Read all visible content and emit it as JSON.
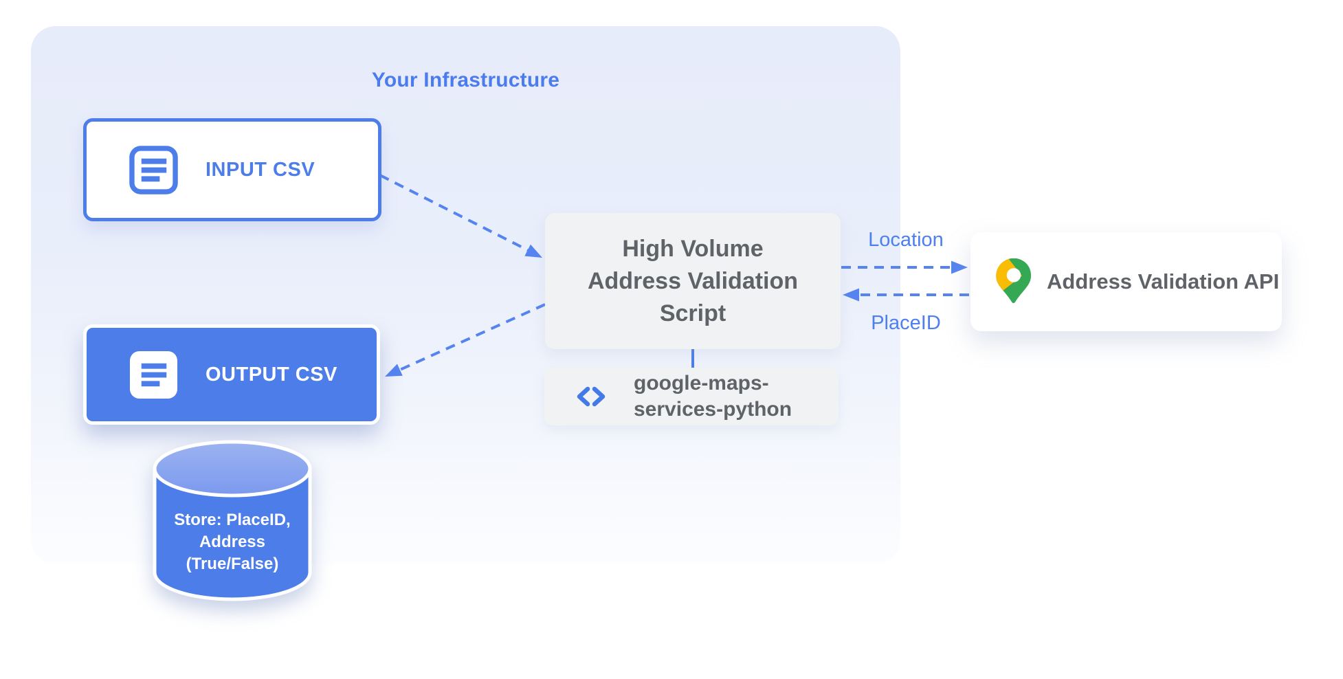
{
  "infrastructure": {
    "title": "Your Infrastructure"
  },
  "nodes": {
    "input_csv": {
      "label": "INPUT CSV",
      "icon": "csv-document-icon"
    },
    "output_csv": {
      "label": "OUTPUT CSV",
      "icon": "csv-document-icon"
    },
    "datastore": {
      "lines": [
        "Store: PlaceID,",
        "Address",
        "(True/False)"
      ],
      "icon": "database-cylinder"
    },
    "script": {
      "lines": [
        "High Volume",
        "Address Validation",
        "Script"
      ]
    },
    "library": {
      "lines": [
        "google-maps-",
        "services-python"
      ],
      "icon": "code-brackets-icon"
    },
    "api": {
      "label": "Address Validation API",
      "icon": "google-maps-pin-icon"
    }
  },
  "edges": {
    "location_label": "Location",
    "placeid_label": "PlaceID",
    "flows": [
      "input-csv to script",
      "script to output-csv",
      "script to api (Location)",
      "api to script (PlaceID)",
      "script to library"
    ]
  },
  "colors": {
    "node_blue": "#4c7de8",
    "edge_blue": "#5584f0",
    "label_blue": "#4c7ff0",
    "container_lavender": "#e7ecfa",
    "gray_box": "#f1f2f3",
    "dark_text": "#5f6368",
    "cylinder_top": "#8aa5ee",
    "pin_red": "#ea4335",
    "pin_blue": "#4285f4",
    "pin_yellow": "#fbbc04",
    "pin_green": "#34a853"
  }
}
